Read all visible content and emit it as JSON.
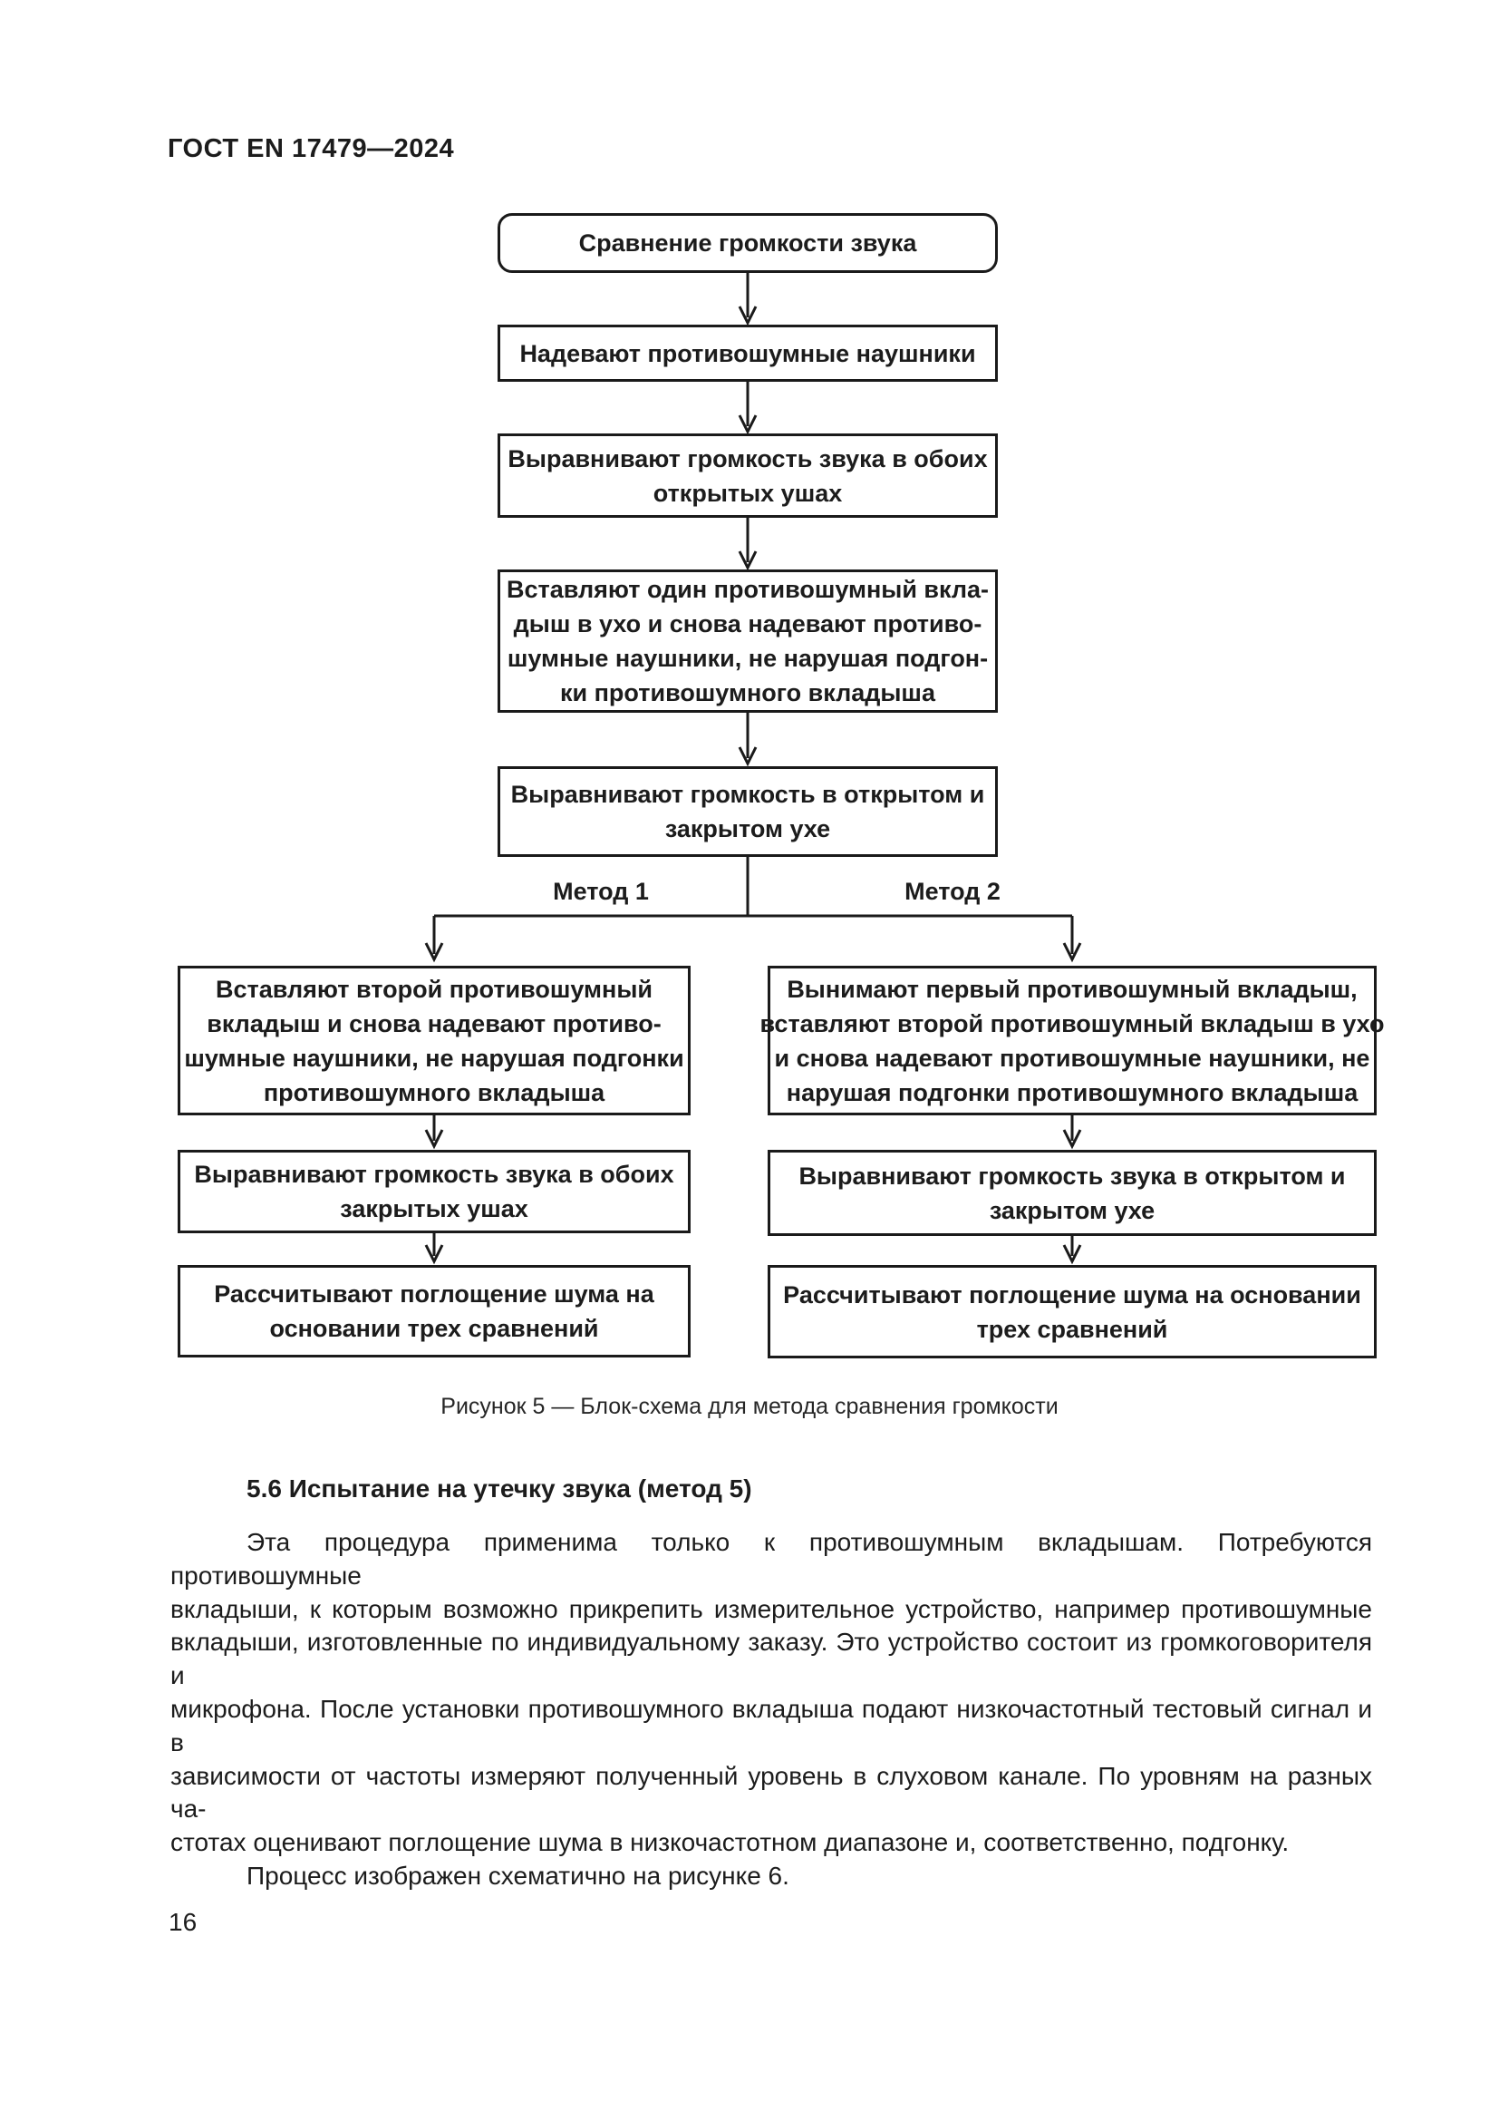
{
  "header": {
    "title": "ГОСТ EN 17479—2024"
  },
  "footer": {
    "page_number": "16"
  },
  "flowchart": {
    "start": {
      "lines": [
        "Сравнение громкости звука"
      ]
    },
    "step1": {
      "lines": [
        "Надевают противошумные наушники"
      ]
    },
    "step2": {
      "lines": [
        "Выравнивают громкость звука в обоих",
        "открытых ушах"
      ]
    },
    "step3": {
      "lines": [
        "Вставляют один противошумный вкла-",
        "дыш в ухо и снова надевают противо-",
        "шумные наушники, не нарушая подгон-",
        "ки противошумного вкладыша"
      ]
    },
    "step4": {
      "lines": [
        "Выравнивают громкость в открытом и",
        "закрытом ухе"
      ]
    },
    "method1_label": "Метод 1",
    "method2_label": "Метод 2",
    "m1_step1": {
      "lines": [
        "Вставляют второй противошумный",
        "вкладыш и снова надевают противо-",
        "шумные наушники, не нарушая подгонки",
        "противошумного вкладыша"
      ]
    },
    "m1_step2": {
      "lines": [
        "Выравнивают громкость звука в обоих",
        "закрытых ушах"
      ]
    },
    "m1_step3": {
      "lines": [
        "Рассчитывают поглощение шума на",
        "основании трех сравнений"
      ]
    },
    "m2_step1": {
      "lines": [
        "Вынимают первый противошумный вкладыш,",
        "вставляют второй противошумный вкладыш в ухо",
        "и снова надевают противошумные наушники, не",
        "нарушая подгонки противошумного вкладыша"
      ]
    },
    "m2_step2": {
      "lines": [
        "Выравнивают громкость звука в открытом и",
        "закрытом ухе"
      ]
    },
    "m2_step3": {
      "lines": [
        "Рассчитывают поглощение шума на основании",
        "трех сравнений"
      ]
    }
  },
  "figure": {
    "caption": "Рисунок 5 — Блок-схема для метода сравнения громкости"
  },
  "section": {
    "heading": "5.6 Испытание на утечку звука (метод 5)",
    "para1_lines": [
      "Эта процедура применима только к противошумным вкладышам. Потребуются противошумные",
      "вкладыши, к которым возможно прикрепить измерительное устройство, например противошумные",
      "вкладыши, изготовленные по индивидуальному заказу. Это устройство состоит из громкоговорителя и",
      "микрофона. После установки противошумного вкладыша подают низкочастотный тестовый сигнал и в",
      "зависимости от частоты измеряют полученный уровень в слуховом канале. По уровням на разных ча-",
      "стотах оценивают поглощение шума в низкочастотном диапазоне и, соответственно, подгонку."
    ],
    "para2": "Процесс изображен схематично на рисунке 6."
  }
}
